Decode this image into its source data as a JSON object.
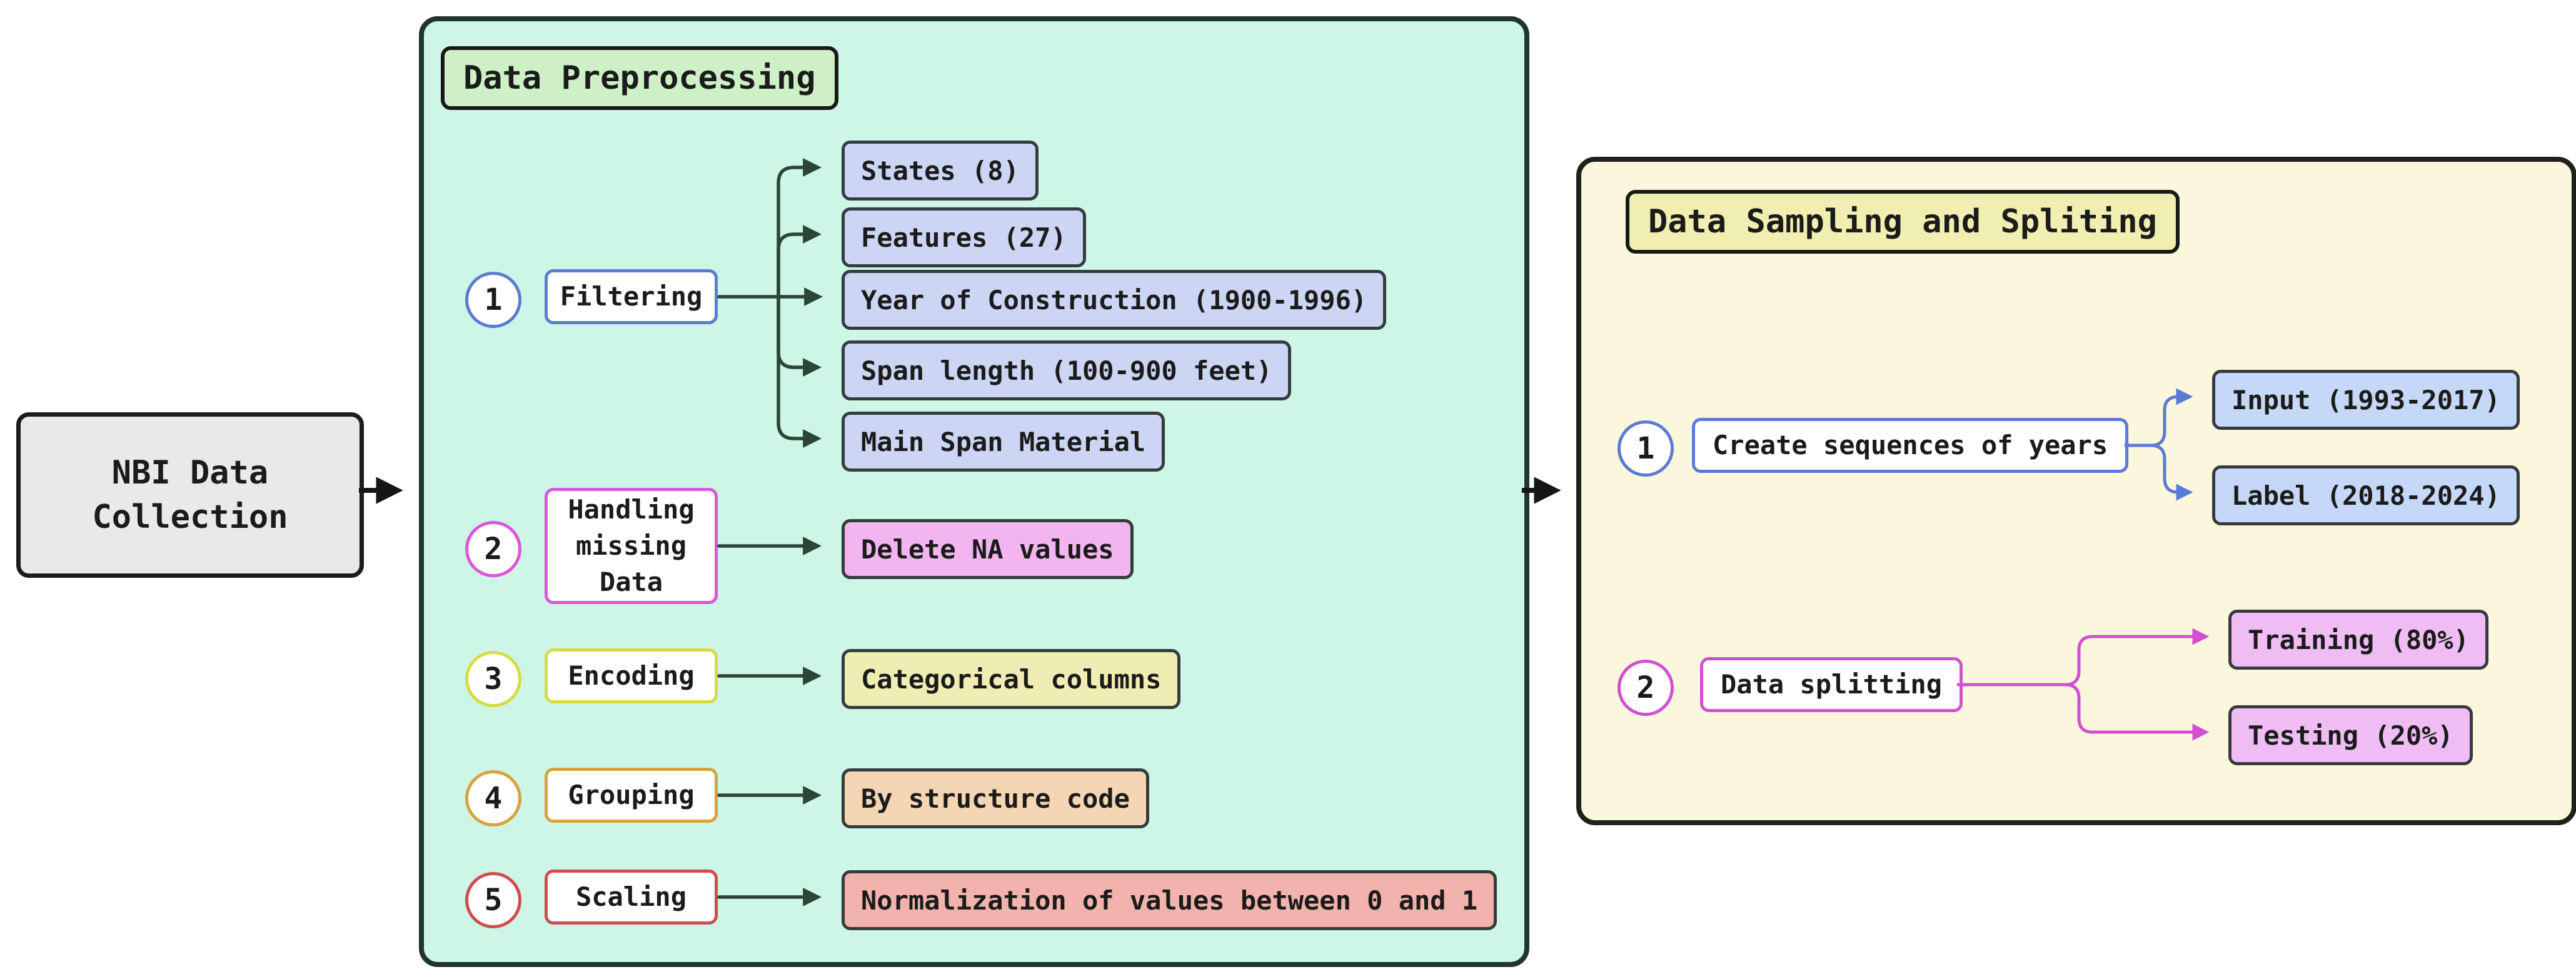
{
  "diagram": {
    "type": "flowchart",
    "source": {
      "label": "NBI Data Collection"
    },
    "preprocessing": {
      "title": "Data Preprocessing",
      "steps": [
        {
          "num": "1",
          "label": "Filtering",
          "accent": "#5b7bd5",
          "outputs": [
            "States (8)",
            "Features (27)",
            "Year of Construction (1900-1996)",
            "Span length (100-900 feet)",
            "Main Span Material"
          ]
        },
        {
          "num": "2",
          "label": "Handling missing Data",
          "accent": "#dd55dd",
          "outputs": [
            "Delete NA values"
          ]
        },
        {
          "num": "3",
          "label": "Encoding",
          "accent": "#d6dc3f",
          "outputs": [
            "Categorical columns"
          ]
        },
        {
          "num": "4",
          "label": "Grouping",
          "accent": "#d9a33c",
          "outputs": [
            "By structure code"
          ]
        },
        {
          "num": "5",
          "label": "Scaling",
          "accent": "#d14d4d",
          "outputs": [
            "Normalization of values between 0 and 1"
          ]
        }
      ]
    },
    "sampling": {
      "title": "Data Sampling and Spliting",
      "steps": [
        {
          "num": "1",
          "label": "Create sequences of years",
          "accent": "#5b7bd5",
          "outputs": [
            "Input (1993-2017)",
            "Label (2018-2024)"
          ]
        },
        {
          "num": "2",
          "label": "Data splitting",
          "accent": "#d24fd2",
          "outputs": [
            "Training (80%)",
            "Testing (20%)"
          ]
        }
      ]
    },
    "colors": {
      "canvas_bg": "#ffffff",
      "preprocessing_bg": "#cdf6e6",
      "preprocessing_title_bg": "#cdf0c6",
      "sampling_bg": "#faf7dc",
      "sampling_title_bg": "#f0eeb0",
      "source_node_bg": "#e9e9e9",
      "filtering_output_bg": "#ccd5f3",
      "missing_output_bg": "#f3b5ef",
      "encoding_output_bg": "#f0edb4",
      "grouping_output_bg": "#f5d6b4",
      "scaling_output_bg": "#f2b3ac",
      "sequence_output_bg": "#c6d8f8",
      "splitting_output_bg": "#efbcf3",
      "edge_dark": "#2c4539",
      "edge_black": "#161616",
      "edge_blue": "#5b7bd5",
      "edge_pink": "#d24fd2",
      "output_border": "#343c40"
    }
  }
}
